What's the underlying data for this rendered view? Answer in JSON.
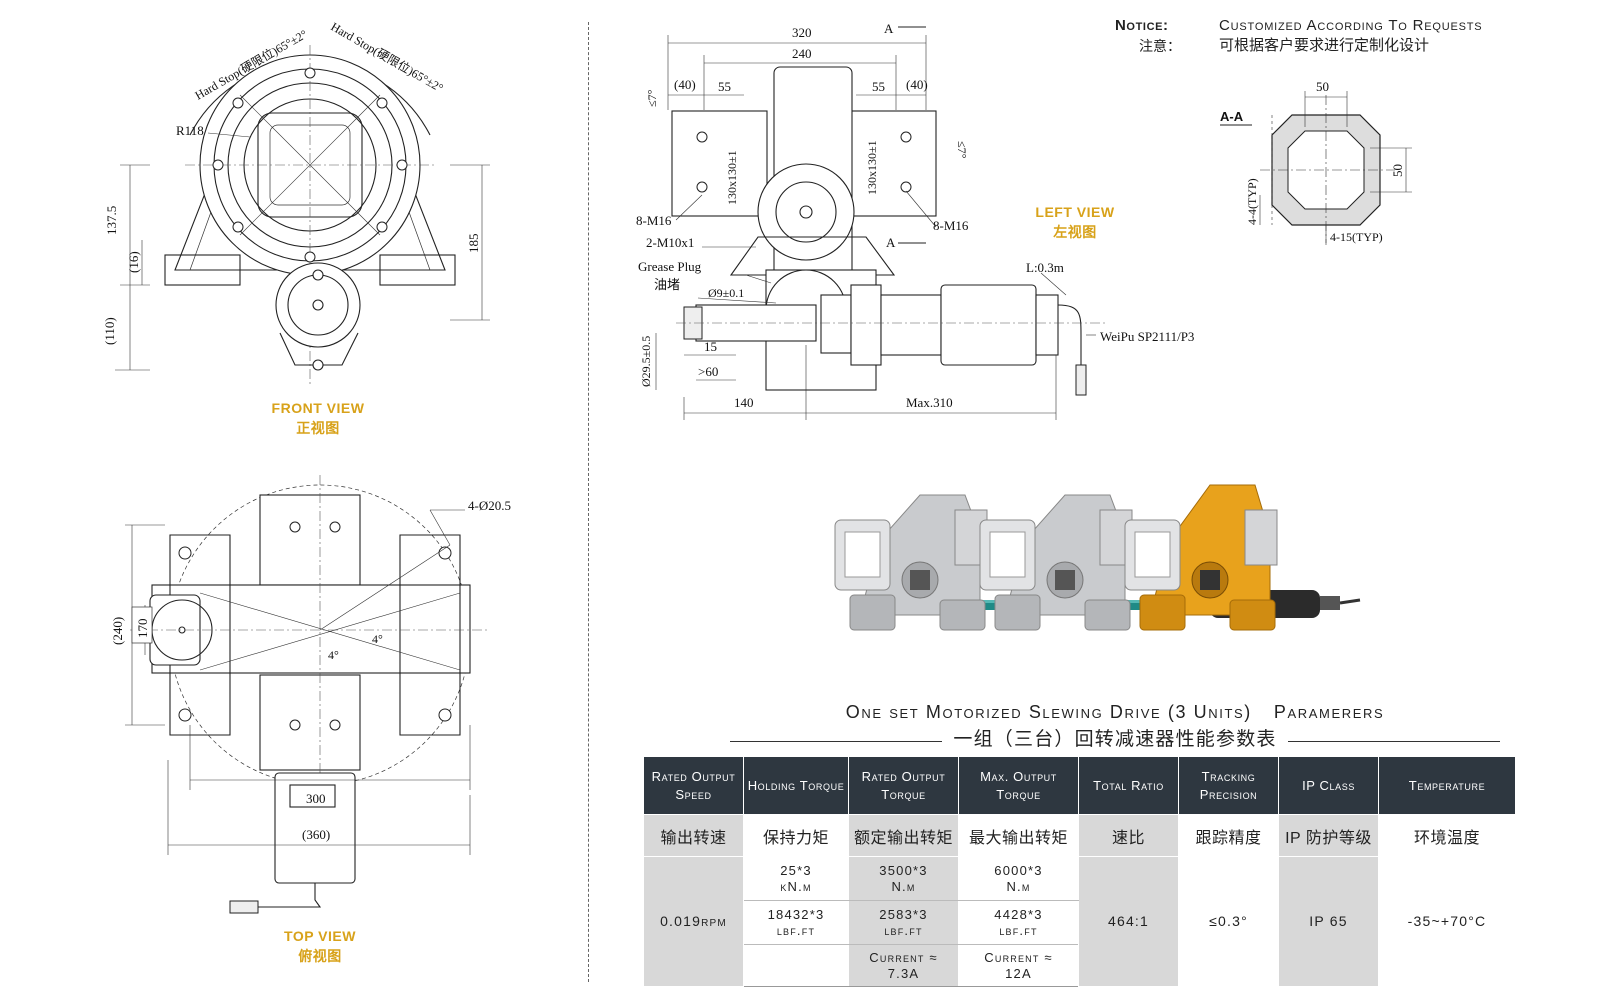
{
  "notice": {
    "label_en": "Notice:",
    "label_cn": "注意：",
    "text_en": "Customized According To Requests",
    "text_cn": "可根据客户要求进行定制化设计"
  },
  "views": {
    "front": {
      "en": "FRONT VIEW",
      "cn": "正视图"
    },
    "left": {
      "en": "LEFT VIEW",
      "cn": "左视图"
    },
    "top": {
      "en": "TOP VIEW",
      "cn": "俯视图"
    },
    "section": "A-A"
  },
  "front_view_dims": {
    "hard_stop_left": "Hard Stop(硬限位)65°±2°",
    "hard_stop_right": "Hard Stop(硬限位)65°±2°",
    "radius": "R118",
    "h137": "137.5",
    "h16": "(16)",
    "h110": "(110)",
    "h185": "185"
  },
  "left_view_dims": {
    "w320": "320",
    "w240": "240",
    "d40a": "(40)",
    "d55a": "55",
    "d55b": "55",
    "d40b": "(40)",
    "ang_l": "≤7°",
    "ang_r": "≤7°",
    "sq_l": "130x130±1",
    "sq_r": "130x130±1",
    "bolts_l": "8-M16",
    "bolts_r": "8-M16",
    "m10": "2-M10x1",
    "grease_en": "Grease Plug",
    "grease_cn": "油堵",
    "phi9": "Ø9±0.1",
    "phi29": "Ø29.5±0.5",
    "d15": "15",
    "d60": ">60",
    "d140": "140",
    "max310": "Max.310",
    "cable_len": "L:0.3m",
    "motor": "WeiPu  SP2111/P3",
    "sec_a": "A"
  },
  "section_dims": {
    "w50": "50",
    "h50": "50",
    "typ44": "4-4(TYP)",
    "typ415": "4-15(TYP)"
  },
  "top_view_dims": {
    "holes": "4-Ø20.5",
    "h240": "(240)",
    "h170": "170",
    "ang4a": "4°",
    "ang4b": "4°",
    "w300": "300",
    "w360": "(360)"
  },
  "table": {
    "title_en": "One set Motorized Slewing Drive (3 Units)",
    "title_en_b": "Paramerers",
    "title_cn": "一组（三台）回转减速器性能参数表",
    "headers": [
      "Rated Output Speed",
      "Holding Torque",
      "Rated Output Torque",
      "Max. Output Torque",
      "Total Ratio",
      "Tracking Precision",
      "IP Class",
      "Temperature"
    ],
    "headers_cn": [
      "输出转速",
      "保持力矩",
      "额定输出转矩",
      "最大输出转矩",
      "速比",
      "跟踪精度",
      "IP 防护等级",
      "环境温度"
    ],
    "speed": "0.019rpm",
    "holding_1": "25*3",
    "holding_1u": "kN.m",
    "holding_2": "18432*3",
    "holding_2u": "lbf.ft",
    "rated_1": "3500*3",
    "rated_1u": "N.m",
    "rated_2": "2583*3",
    "rated_2u": "lbf.ft",
    "rated_3": "Current ≈",
    "rated_3u": "7.3A",
    "max_1": "6000*3",
    "max_1u": "N.m",
    "max_2": "4428*3",
    "max_2u": "lbf.ft",
    "max_3": "Current ≈",
    "max_3u": "12A",
    "ratio": "464:1",
    "precision": "≤0.3°",
    "ip": "IP 65",
    "temp": "-35~+70°C"
  },
  "colors": {
    "accent": "#d8a21a",
    "header_bg": "#2e3740",
    "cell_shade": "#d8d8d8",
    "unit_grey": "#c9cbce",
    "unit_yellow": "#e8a21c",
    "shaft": "#1f8a86"
  }
}
